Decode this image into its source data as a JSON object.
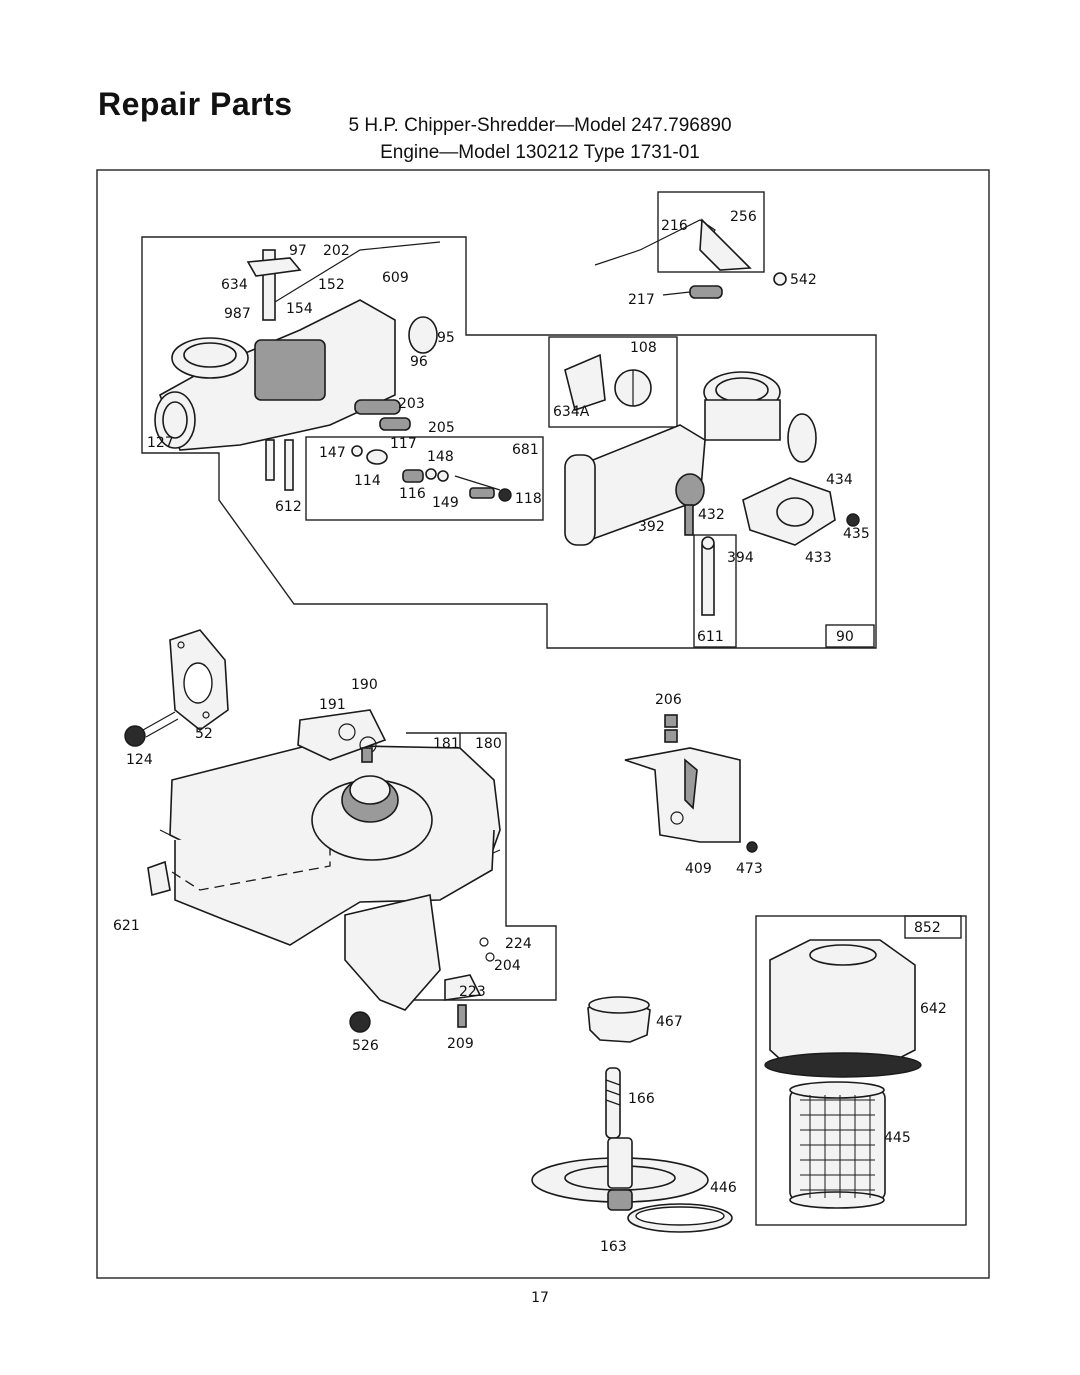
{
  "page": {
    "title": "Repair Parts",
    "subtitle_line1": "5 H.P. Chipper-Shredder—Model 247.796890",
    "subtitle_line2": "Engine—Model 130212 Type 1731-01",
    "page_number": "17"
  },
  "callouts": [
    "97",
    "202",
    "634",
    "152",
    "609",
    "987",
    "154",
    "95",
    "96",
    "203",
    "205",
    "127",
    "612",
    "147",
    "117",
    "148",
    "681",
    "114",
    "116",
    "149",
    "118",
    "216",
    "256",
    "542",
    "217",
    "108",
    "634A",
    "434",
    "435",
    "432",
    "392",
    "394",
    "433",
    "611",
    "90",
    "190",
    "191",
    "52",
    "124",
    "181",
    "180",
    "621",
    "224",
    "204",
    "223",
    "526",
    "209",
    "206",
    "409",
    "473",
    "467",
    "166",
    "446",
    "163",
    "852",
    "642",
    "445"
  ]
}
